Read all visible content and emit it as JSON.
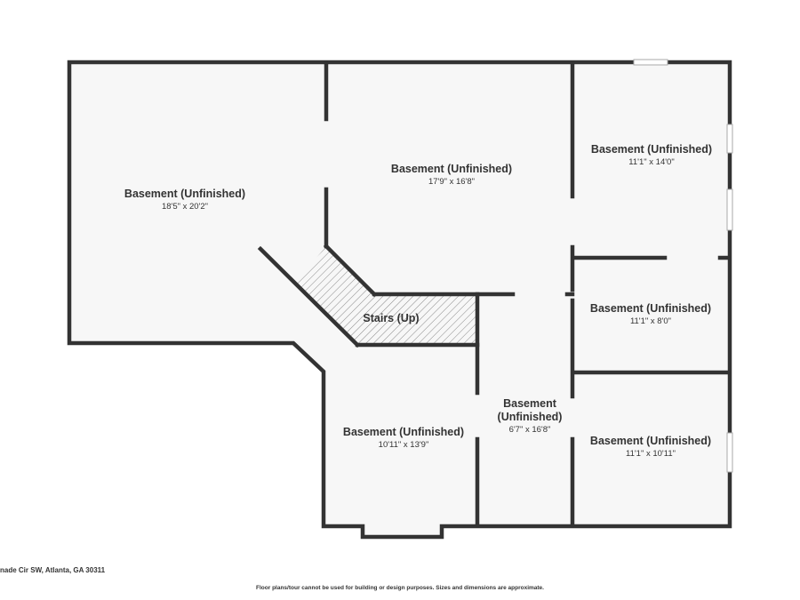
{
  "colors": {
    "wall": "#333333",
    "floor": "#f7f7f7",
    "window": "#d6d6d6"
  },
  "rooms": [
    {
      "name": "Basement (Unfinished)",
      "dims": "18'5\" x 20'2\""
    },
    {
      "name": "Basement (Unfinished)",
      "dims": "17'9\" x 16'8\""
    },
    {
      "name": "Basement (Unfinished)",
      "dims": "11'1\" x 14'0\""
    },
    {
      "name": "Basement (Unfinished)",
      "dims": "11'1\" x 8'0\""
    },
    {
      "name": "Stairs (Up)"
    },
    {
      "name": "Basement (Unfinished)",
      "dims": "10'11\" x 13'9\""
    },
    {
      "name": "Basement",
      "name2": "(Unfinished)",
      "dims": "6'7\" x 16'8\""
    },
    {
      "name": "Basement (Unfinished)",
      "dims": "11'1\" x 10'11\""
    }
  ],
  "footer": {
    "address": "nade Cir SW, Atlanta, GA 30311",
    "disclaimer": "Floor plans/tour cannot be used for building or design purposes. Sizes and dimensions are approximate."
  }
}
